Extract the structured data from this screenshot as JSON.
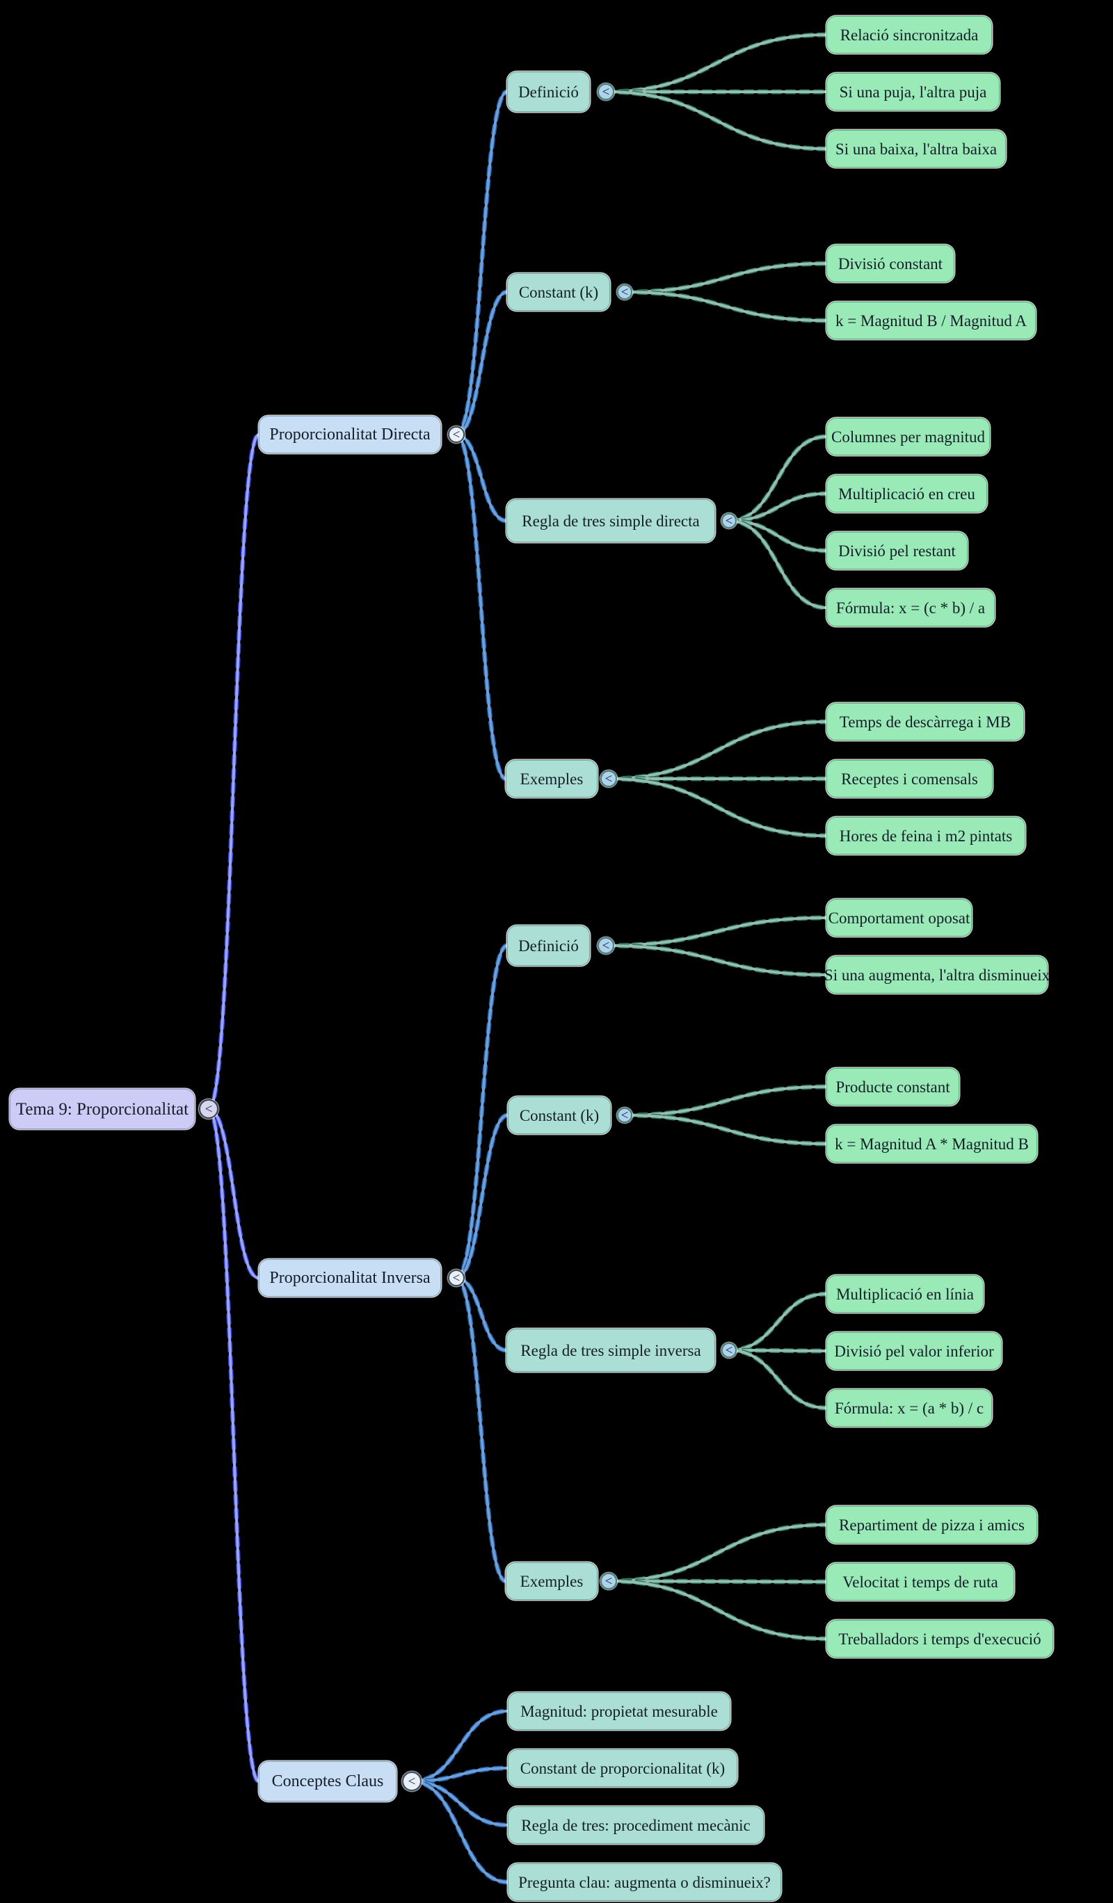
{
  "mindmap": {
    "collapse_glyph": "<",
    "root": {
      "label": "Tema 9: Proporcionalitat",
      "children": [
        {
          "label": "Proporcionalitat Directa",
          "children": [
            {
              "label": "Definició",
              "children": [
                {
                  "label": "Relació sincronitzada"
                },
                {
                  "label": "Si una puja, l'altra puja"
                },
                {
                  "label": "Si una baixa, l'altra baixa"
                }
              ]
            },
            {
              "label": "Constant (k)",
              "children": [
                {
                  "label": "Divisió constant"
                },
                {
                  "label": "k = Magnitud B / Magnitud A"
                }
              ]
            },
            {
              "label": "Regla de tres simple directa",
              "children": [
                {
                  "label": "Columnes per magnitud"
                },
                {
                  "label": "Multiplicació en creu"
                },
                {
                  "label": "Divisió pel restant"
                },
                {
                  "label": "Fórmula: x = (c * b) / a"
                }
              ]
            },
            {
              "label": "Exemples",
              "children": [
                {
                  "label": "Temps de descàrrega i MB"
                },
                {
                  "label": "Receptes i comensals"
                },
                {
                  "label": "Hores de feina i m2 pintats"
                }
              ]
            }
          ]
        },
        {
          "label": "Proporcionalitat Inversa",
          "children": [
            {
              "label": "Definició",
              "children": [
                {
                  "label": "Comportament oposat"
                },
                {
                  "label": "Si una augmenta, l'altra disminueix"
                }
              ]
            },
            {
              "label": "Constant (k)",
              "children": [
                {
                  "label": "Producte constant"
                },
                {
                  "label": "k = Magnitud A * Magnitud B"
                }
              ]
            },
            {
              "label": "Regla de tres simple inversa",
              "children": [
                {
                  "label": "Multiplicació en línia"
                },
                {
                  "label": "Divisió pel valor inferior"
                },
                {
                  "label": "Fórmula: x = (a * b) / c"
                }
              ]
            },
            {
              "label": "Exemples",
              "children": [
                {
                  "label": "Repartiment de pizza i amics"
                },
                {
                  "label": "Velocitat i temps de ruta"
                },
                {
                  "label": "Treballadors i temps d'execució"
                }
              ]
            }
          ]
        },
        {
          "label": "Conceptes Claus",
          "children": [
            {
              "label": "Magnitud: propietat mesurable"
            },
            {
              "label": "Constant de proporcionalitat (k)"
            },
            {
              "label": "Regla de tres: procediment mecànic"
            },
            {
              "label": "Pregunta clau: augmenta o disminueix?"
            }
          ]
        }
      ]
    }
  },
  "colors": {
    "background": "#000000",
    "root_fill": "#ccccf7",
    "level1_fill": "#c8def5",
    "level2_fill": "#abdfd6",
    "leaf_fill": "#9aeab8",
    "edge_root_outline": "#2e3ed6",
    "edge_root_core": "#9aa4f2",
    "edge_level1_outline": "#1d5fa8",
    "edge_level1_core": "#6f9fd8",
    "edge_level2_outline": "#2e6e62",
    "edge_level2_core": "#93bfad"
  }
}
